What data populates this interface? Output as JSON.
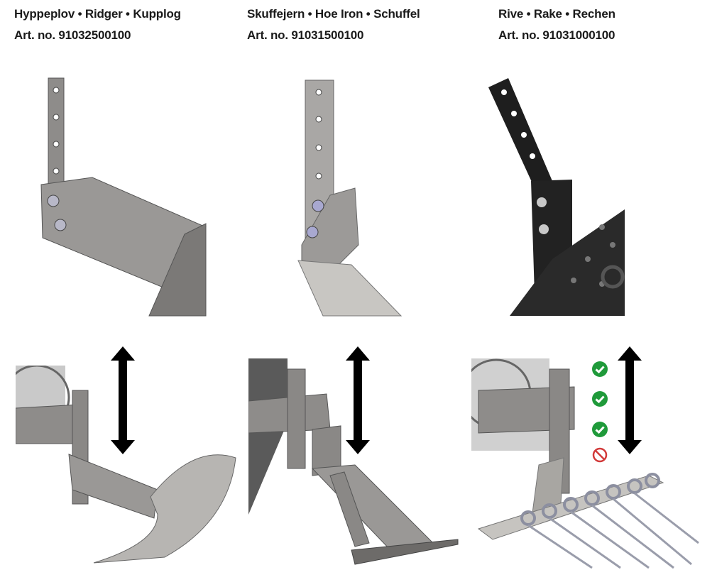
{
  "products": [
    {
      "title": "Hyppeplov • Ridger • Kupplog",
      "art_no": "Art. no. 91032500100"
    },
    {
      "title": "Skuffejern • Hoe Iron • Schuffel",
      "art_no": "Art. no. 91031500100"
    },
    {
      "title": "Rive • Rake • Rechen",
      "art_no": "Art. no. 91031000100"
    }
  ],
  "rake_positions": [
    {
      "icon": "check-circle-icon",
      "status": "allowed"
    },
    {
      "icon": "check-circle-icon",
      "status": "allowed"
    },
    {
      "icon": "check-circle-icon",
      "status": "allowed"
    },
    {
      "icon": "prohibited-icon",
      "status": "not-allowed"
    }
  ],
  "colors": {
    "steel": "#8e8c8a",
    "black_steel": "#1e1e1e",
    "check": "#1f9a3a",
    "prohibited": "#d23a3a"
  }
}
